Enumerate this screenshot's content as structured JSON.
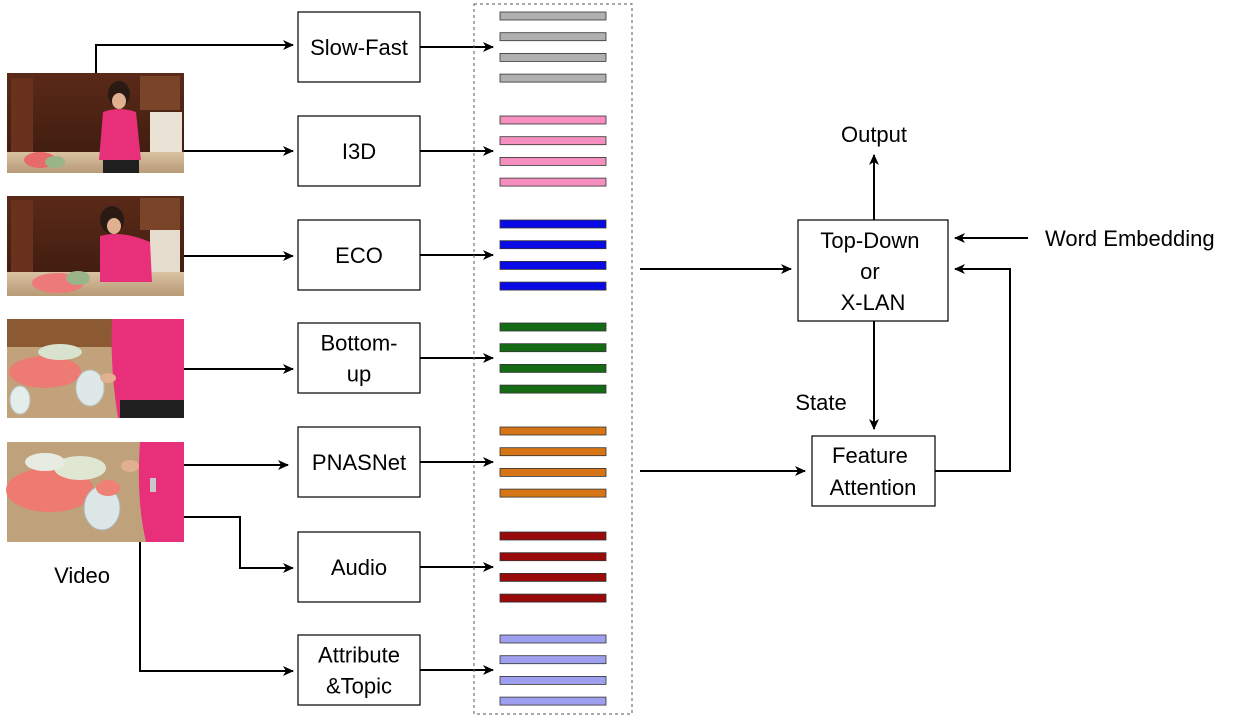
{
  "video": {
    "label": "Video",
    "frames": [
      {
        "name": "video-frame-1",
        "scene": "woman-holding-rose-kitchen"
      },
      {
        "name": "video-frame-2",
        "scene": "woman-arranging-flowers"
      },
      {
        "name": "video-frame-3",
        "scene": "hands-arranging-flowers"
      },
      {
        "name": "video-frame-4",
        "scene": "roses-in-vase-closeup"
      }
    ]
  },
  "extractors": [
    {
      "id": "slowfast",
      "label_lines": [
        "Slow-Fast"
      ],
      "feature_color": "#b0b0b0"
    },
    {
      "id": "i3d",
      "label_lines": [
        "I3D"
      ],
      "feature_color": "#f58fbf"
    },
    {
      "id": "eco",
      "label_lines": [
        "ECO"
      ],
      "feature_color": "#0a0ae6"
    },
    {
      "id": "bottomup",
      "label_lines": [
        "Bottom-",
        "up"
      ],
      "feature_color": "#146b14"
    },
    {
      "id": "pnasnet",
      "label_lines": [
        "PNASNet"
      ],
      "feature_color": "#d67516"
    },
    {
      "id": "audio",
      "label_lines": [
        "Audio"
      ],
      "feature_color": "#990b0b"
    },
    {
      "id": "attribute",
      "label_lines": [
        "Attribute",
        "&Topic"
      ],
      "feature_color": "#9f9ff0"
    }
  ],
  "decoder": {
    "label_lines": [
      "Top-Down",
      "or",
      "X-LAN"
    ],
    "output_label": "Output",
    "word_embedding_label": "Word Embedding",
    "state_label": "State"
  },
  "attention": {
    "label_lines": [
      "Feature",
      "Attention"
    ]
  }
}
